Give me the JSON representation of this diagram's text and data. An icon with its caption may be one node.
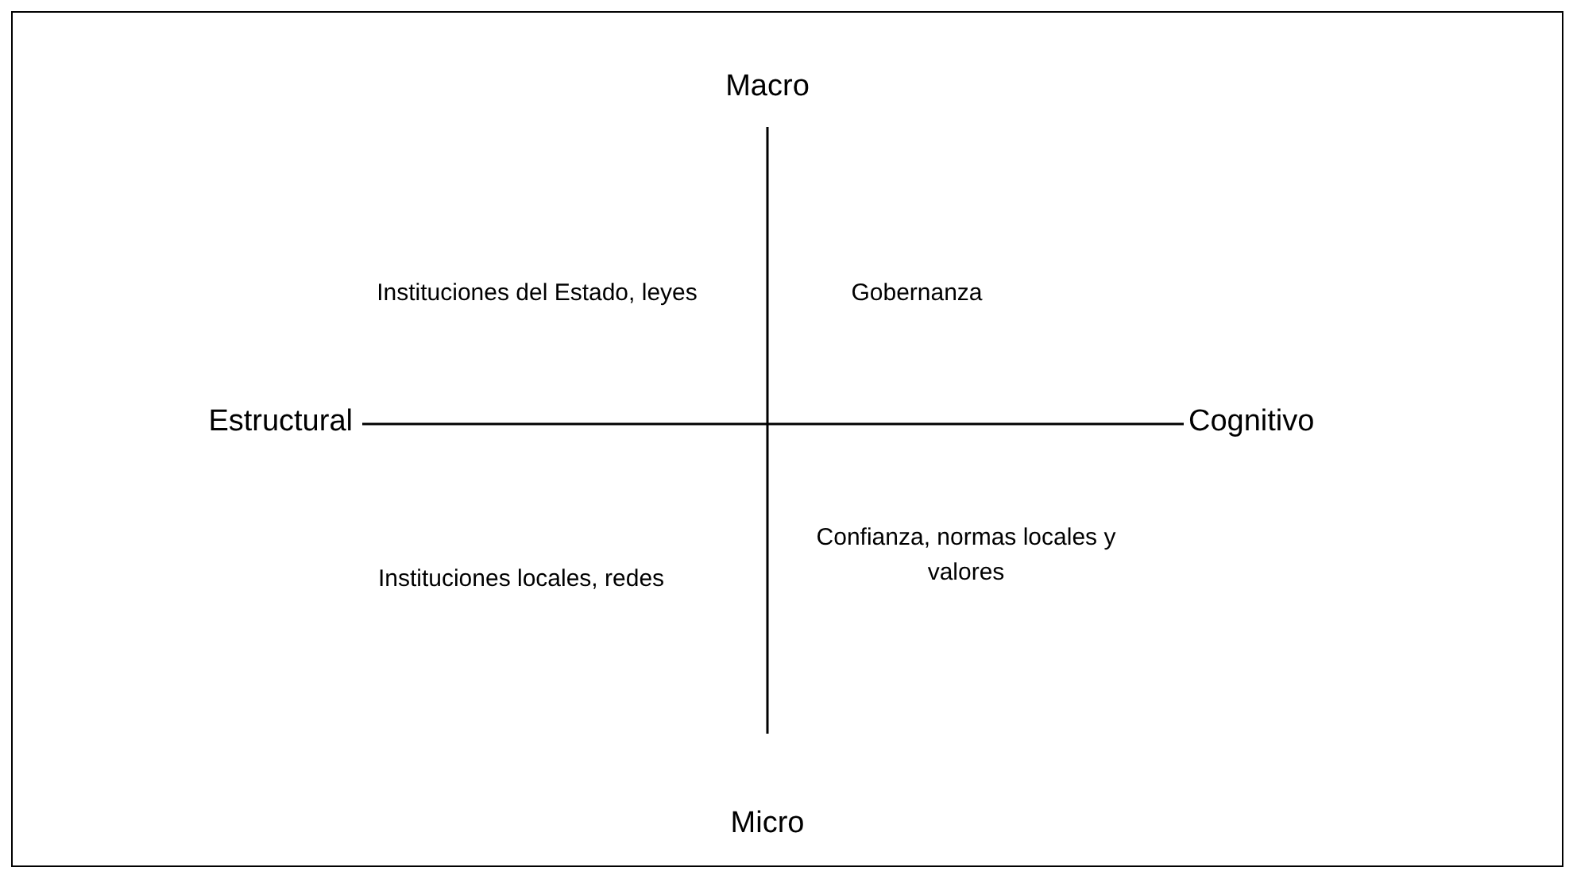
{
  "diagram": {
    "labels": [
      "Macro",
      "Instituciones del Estado, leyes",
      "Gobernanza",
      "Estructural",
      "Cognitivo",
      "Instituciones locales, redes",
      "Confianza, normas locales y valores",
      "Micro"
    ]
  }
}
